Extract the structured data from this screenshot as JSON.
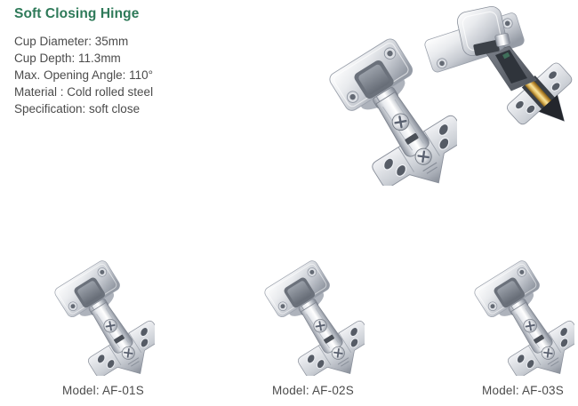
{
  "header": {
    "title": "Soft Closing Hinge"
  },
  "specs": [
    "Cup Diameter: 35mm",
    "Cup Depth: 11.3mm",
    "Max. Opening Angle: 110°",
    "Material : Cold rolled steel",
    "Specification: soft close"
  ],
  "hero": {
    "image_name": "soft-closing-hinge-pair-photo"
  },
  "products": [
    {
      "model_label": "Model: AF-01S",
      "image_name": "hinge-af-01s-photo"
    },
    {
      "model_label": "Model: AF-02S",
      "image_name": "hinge-af-02s-photo"
    },
    {
      "model_label": "Model: AF-03S",
      "image_name": "hinge-af-03s-photo"
    }
  ],
  "colors": {
    "title_green": "#2e7a59",
    "body_text": "#4b4b4b",
    "metal_light": "#f3f4f6",
    "metal_dark": "#8a909b",
    "damper_gold": "#c9973c",
    "background": "#ffffff"
  }
}
